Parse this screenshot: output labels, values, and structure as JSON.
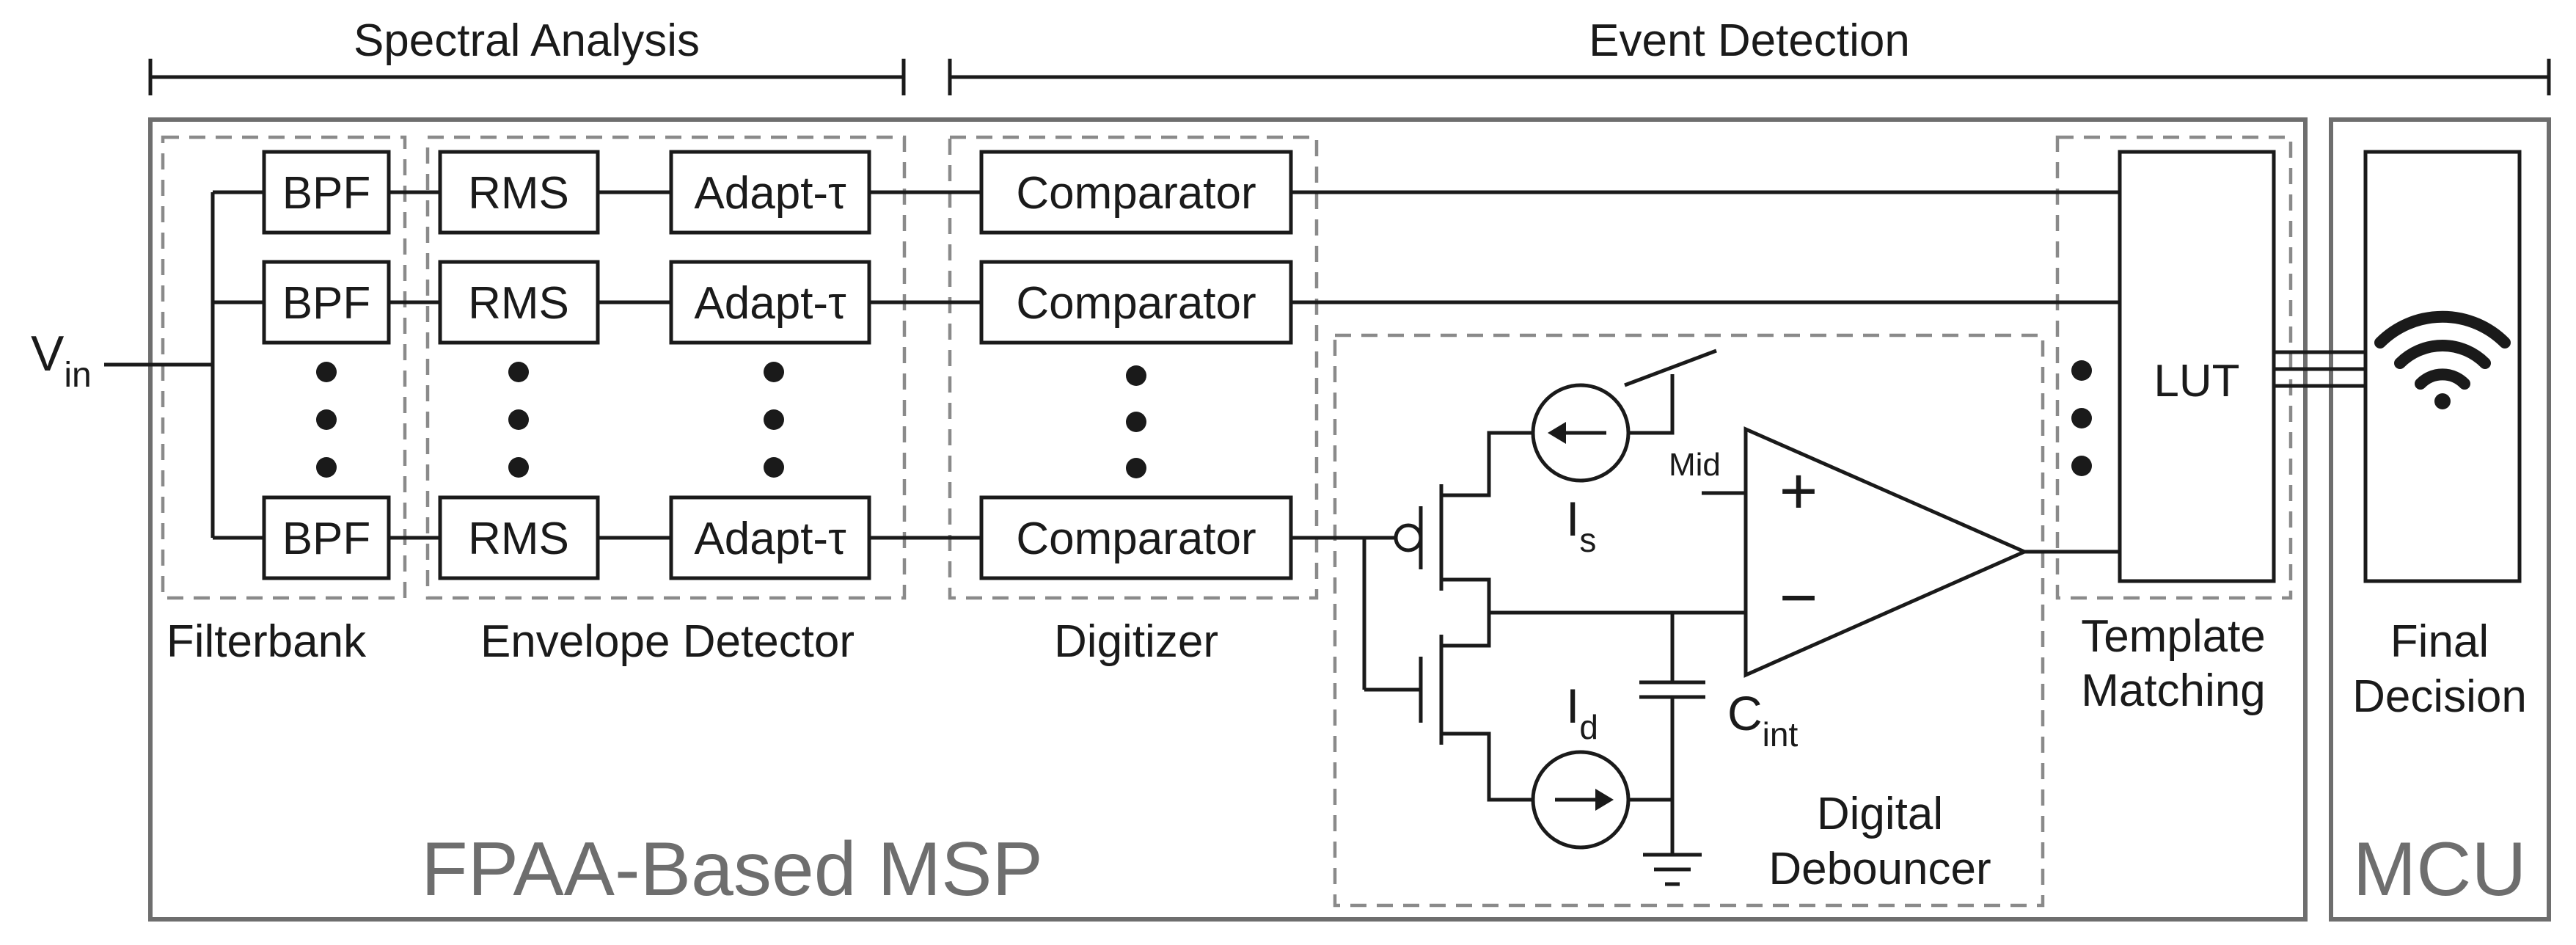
{
  "sections": {
    "spectral": "Spectral Analysis",
    "event": "Event Detection"
  },
  "input": {
    "main": "V",
    "sub": "in"
  },
  "blocks": {
    "bpf": "BPF",
    "rms": "RMS",
    "adapt_prefix": "Adapt-",
    "adapt_tau": "τ",
    "comparator": "Comparator",
    "lut": "LUT"
  },
  "group_labels": {
    "filterbank": "Filterbank",
    "envelope": "Envelope Detector",
    "digitizer": "Digitizer",
    "template_line1": "Template",
    "template_line2": "Matching",
    "final_line1": "Final",
    "final_line2": "Decision",
    "debouncer_line1": "Digital",
    "debouncer_line2": "Debouncer"
  },
  "circuit": {
    "mid": "Mid",
    "plus": "+",
    "minus": "−",
    "is_main": "I",
    "is_sub": "s",
    "id_main": "I",
    "id_sub": "d",
    "cint_main": "C",
    "cint_sub": "int"
  },
  "systems": {
    "fpaa": "FPAA-Based MSP",
    "mcu": "MCU"
  },
  "icons": {
    "wifi": "wifi-icon",
    "current_source_left": "arrow-left-icon",
    "current_source_right": "arrow-right-icon",
    "ground": "ground-icon"
  },
  "colors": {
    "stroke": "#1a1a1a",
    "frame": "#6e6e6e",
    "dashed": "#8a8a8a",
    "background": "#ffffff"
  }
}
